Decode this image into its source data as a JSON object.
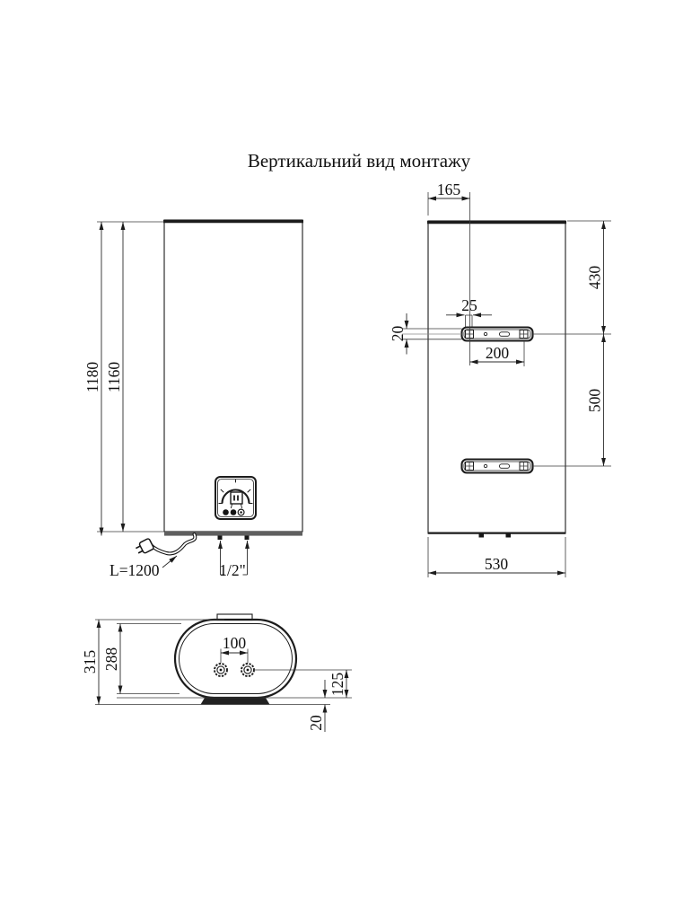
{
  "title": "Вертикальний вид монтажу",
  "front_view": {
    "height_overall": "1180",
    "height_body": "1160",
    "cord_label": "L=1200",
    "pipe_label": "1/2\""
  },
  "rear_view": {
    "top_offset": "165",
    "hook_width": "25",
    "bracket_height": "20",
    "hole_spacing": "200",
    "top_to_upper_bracket": "430",
    "bracket_spacing": "500",
    "width": "530"
  },
  "top_view": {
    "depth_overall": "315",
    "depth_body": "288",
    "pipe_spacing": "100",
    "pipe_to_bottom": "125",
    "base_offset": "20"
  }
}
